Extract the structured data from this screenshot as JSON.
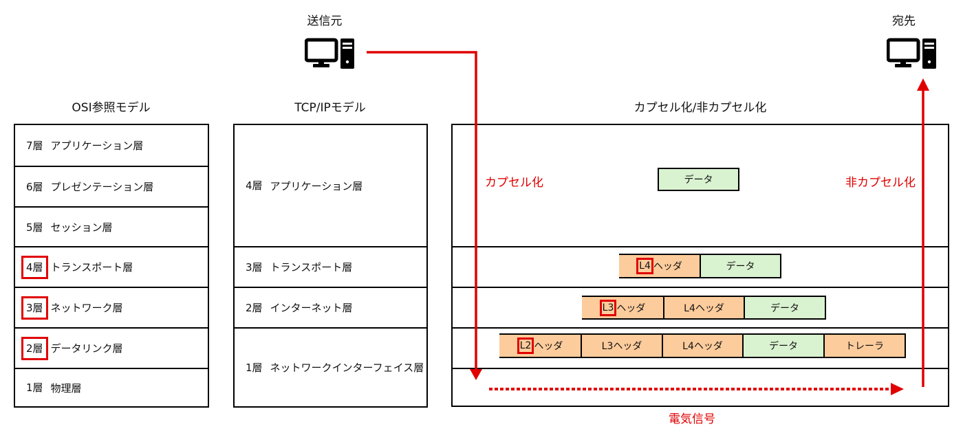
{
  "endpoints": {
    "source": {
      "label": "送信元",
      "icon": "desktop-computer-icon"
    },
    "destination": {
      "label": "宛先",
      "icon": "desktop-computer-icon"
    }
  },
  "osi": {
    "title": "OSI参照モデル",
    "rows": [
      {
        "num": "7層",
        "label": "アプリケーション層",
        "highlight": false
      },
      {
        "num": "6層",
        "label": "プレゼンテーション層",
        "highlight": false
      },
      {
        "num": "5層",
        "label": "セッション層",
        "highlight": false
      },
      {
        "num": "4層",
        "label": "トランスポート層",
        "highlight": true
      },
      {
        "num": "3層",
        "label": "ネットワーク層",
        "highlight": true
      },
      {
        "num": "2層",
        "label": "データリンク層",
        "highlight": true
      },
      {
        "num": "1層",
        "label": "物理層",
        "highlight": false
      }
    ]
  },
  "tcpip": {
    "title": "TCP/IPモデル",
    "rows": [
      {
        "num": "4層",
        "label": "アプリケーション層",
        "spans_osi": 3
      },
      {
        "num": "3層",
        "label": "トランスポート層",
        "spans_osi": 1
      },
      {
        "num": "2層",
        "label": "インターネット層",
        "spans_osi": 1
      },
      {
        "num": "1層",
        "label": "ネットワークインターフェイス層",
        "spans_osi": 2
      }
    ]
  },
  "encapsulation": {
    "title": "カプセル化/非カプセル化",
    "encapsulate_label": "カプセル化",
    "decapsulate_label": "非カプセル化",
    "signal_label": "電気信号",
    "accent_color": "#e00000",
    "header_color": "#fdcc9c",
    "data_color": "#d9f2d0",
    "pdus": [
      {
        "layer": "application",
        "segments": [
          {
            "text": "データ",
            "kind": "data"
          }
        ]
      },
      {
        "layer": "transport",
        "segments": [
          {
            "hl": "L4",
            "text": "ヘッダ",
            "kind": "header"
          },
          {
            "text": "データ",
            "kind": "data"
          }
        ]
      },
      {
        "layer": "internet",
        "segments": [
          {
            "hl": "L3",
            "text": "ヘッダ",
            "kind": "header"
          },
          {
            "text": "L4ヘッダ",
            "kind": "header"
          },
          {
            "text": "データ",
            "kind": "data"
          }
        ]
      },
      {
        "layer": "network-interface",
        "segments": [
          {
            "hl": "L2",
            "text": "ヘッダ",
            "kind": "header"
          },
          {
            "text": "L3ヘッダ",
            "kind": "header"
          },
          {
            "text": "L4ヘッダ",
            "kind": "header"
          },
          {
            "text": "データ",
            "kind": "data"
          },
          {
            "text": "トレーラ",
            "kind": "header"
          }
        ]
      }
    ]
  }
}
